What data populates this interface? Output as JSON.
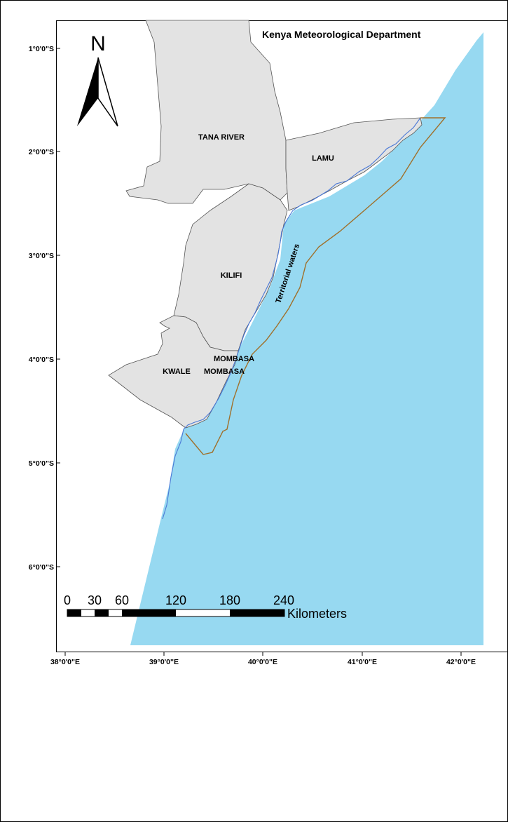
{
  "map": {
    "title": "Kenya Meteorological Department",
    "north_arrow_label": "N",
    "regions": {
      "tana_river": "TANA RIVER",
      "lamu": "LAMU",
      "kilifi": "KILIFI",
      "mombasa_upper": "MOMBASA",
      "mombasa_lower": "MOMBASA",
      "kwale": "KWALE"
    },
    "water_label": "Territorial waters",
    "latitude_ticks": [
      "1°0'0\"S",
      "2°0'0\"S",
      "3°0'0\"S",
      "4°0'0\"S",
      "5°0'0\"S",
      "6°0'0\"S"
    ],
    "longitude_ticks": [
      "38°0'0\"E",
      "39°0'0\"E",
      "40°0'0\"E",
      "41°0'0\"E",
      "42°0'0\"E"
    ],
    "scale_bar": {
      "labels": [
        "0",
        "30",
        "60",
        "120",
        "180",
        "240"
      ],
      "unit": "Kilometers"
    },
    "colors": {
      "land": "#e3e3e3",
      "sea": "#97d9f1",
      "coastline": "#4a78d6",
      "territorial_boundary": "#a0702a",
      "border": "#555555"
    }
  }
}
